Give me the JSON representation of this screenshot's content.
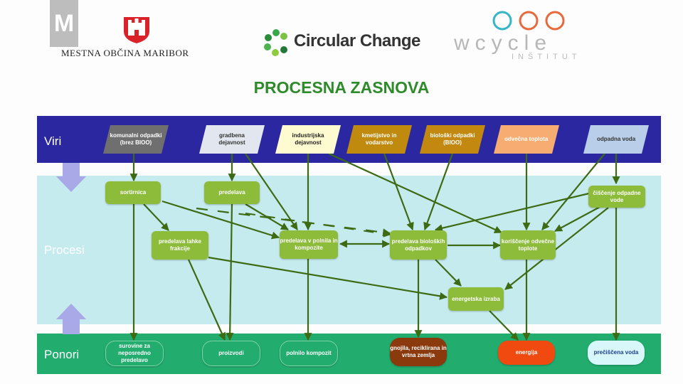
{
  "header": {
    "badge_letter": "M",
    "org_name": "MESTNA OBČINA MARIBOR",
    "partner1_name": "Circular Change",
    "partner2_name": "wcycle",
    "partner2_sub": "INŠTITUT"
  },
  "title": "PROCESNA ZASNOVA",
  "bands": {
    "sources": "Viri",
    "processes": "Procesi",
    "sinks": "Ponori"
  },
  "sources": [
    "komunalni odpadki (brez BIOO)",
    "gradbena dejavnost",
    "industrijska dejavnost",
    "kmetijstvo in vodarstvo",
    "biološki odpadki (BIOO)",
    "odvečna toplota",
    "odpadna voda"
  ],
  "processes": {
    "sortirnica": "sortirnica",
    "predelava": "predelava",
    "ciscenje": "čiščenje odpadne vode",
    "lahka": "predelava lahke frakcije",
    "polnila": "predelava v polnila in kompozite",
    "bioloski": "predelava bioloških odpadkov",
    "toplota": "koriščenje odvečne toplote",
    "energetska": "energetska izraba"
  },
  "sinks": [
    "surovine za neposredno predelavo",
    "proizvodi",
    "polnilo kompozit",
    "gnojila, reciklirana in vrtna zemlja",
    "energija",
    "prečiščena voda"
  ],
  "colors": {
    "sources_band": "#2a27a1",
    "processes_band": "#c6ebef",
    "sinks_band": "#22ad6f",
    "process_node": "#8cbc3a",
    "arrow": "#3d6b14",
    "title": "#2e8b2a"
  }
}
